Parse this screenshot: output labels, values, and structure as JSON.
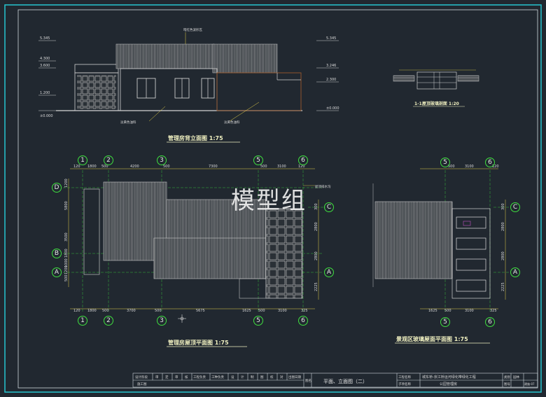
{
  "watermark": "模型组",
  "colors": {
    "frame_outer": "#26c6cf",
    "frame_inner": "#cfd8dc",
    "grid_bubble": "#3fe03f",
    "dim_line": "#e6d24a",
    "wall": "#c0c0c0",
    "hatch": "#b9b9b9",
    "brown": "#9b5a2e",
    "title_text": "#f0f0c0"
  },
  "elevation_back": {
    "title": "管理房背立面图  1:75",
    "roof_note": "暗红色波形瓦",
    "paint_note_left": "淡黄色油料",
    "paint_note_right": "淡黄色油料",
    "left_levels": [
      "5.345",
      "4.300",
      "3.600",
      "1.200",
      "±0.000"
    ],
    "right_levels": [
      "5.345",
      "3.246",
      "2.300",
      "±0.000"
    ]
  },
  "section_detail": {
    "title": "1-1屋顶玻璃剖面  1:20"
  },
  "roof_plan": {
    "title": "管理房屋顶平面图  1:75",
    "axes_top": [
      "1",
      "2",
      "3",
      "5",
      "6"
    ],
    "axes_bottom": [
      "1",
      "2",
      "3",
      "5",
      "6"
    ],
    "axes_left": [
      "D",
      "B",
      "A"
    ],
    "axes_right": [
      "C",
      "A"
    ],
    "top_dims": [
      "120",
      "1800",
      "500",
      "4200",
      "500",
      "7300",
      "500",
      "3100",
      "120"
    ],
    "bottom_dims": [
      "120",
      "1800",
      "500",
      "3700",
      "500",
      "5675",
      "1625",
      "500",
      "3100",
      "325"
    ],
    "left_dims": [
      "1200",
      "5800",
      "3500",
      "1800",
      "1000",
      "1200",
      "500"
    ],
    "right_dims": [
      "300",
      "2800",
      "2800",
      "2225"
    ],
    "note": "屋顶排水沟"
  },
  "glass_plan": {
    "title": "景观区玻璃屋面平面图  1:75",
    "axes_top": [
      "5",
      "6"
    ],
    "axes_bottom": [
      "5",
      "6"
    ],
    "axes_right": [
      "C",
      "A"
    ],
    "top_dims": [
      "500",
      "3100",
      "120"
    ],
    "bottom_dims": [
      "1625",
      "500",
      "3100",
      "325"
    ],
    "right_dims": [
      "300",
      "2800",
      "2800",
      "2225"
    ]
  },
  "title_block": {
    "headers": [
      "设计阶段",
      "审",
      "定",
      "审",
      "核",
      "工程负责",
      "工种负责",
      "设",
      "计",
      "制",
      "图",
      "校",
      "对",
      "出图日期"
    ],
    "phase_value": "施工图",
    "drawing_name_label": "图名",
    "drawing_name": "平面、立面图（二）",
    "project_label": "工程名称",
    "project_name": "城东桥-京江桥运河绿化带绿化工程",
    "sub_label": "子项名称",
    "sub_name": "公园管理房",
    "type_label": "类别",
    "type_value": "园林",
    "number_label": "图号",
    "number_value": "建施-07"
  }
}
